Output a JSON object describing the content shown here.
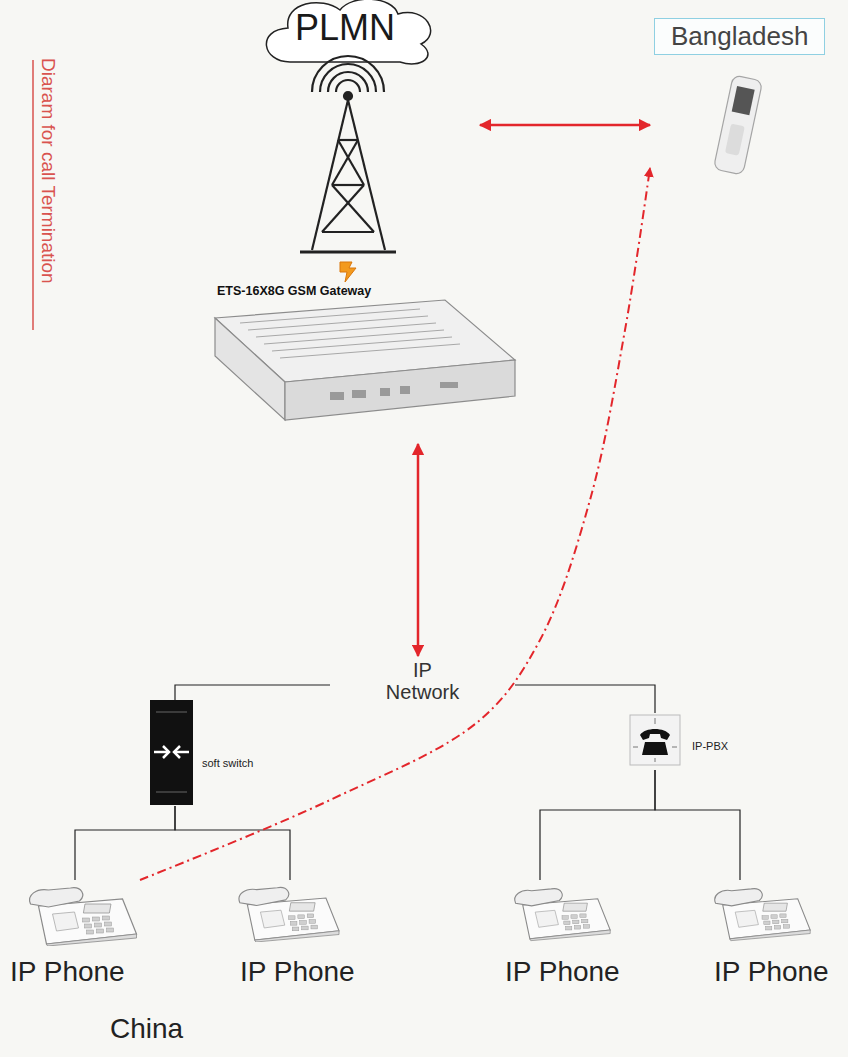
{
  "diagram": {
    "nodes": [
      {
        "text": [
          "PLMN"
        ]
      },
      {
        "text": [
          "Bangladesh"
        ]
      },
      {
        "text": [
          "ETS-16X8G GSM Gateway"
        ]
      },
      {
        "text": [
          "IP Network"
        ]
      },
      {
        "text": [
          "soft switch"
        ]
      },
      {
        "text": [
          "IP-PBX"
        ]
      },
      {
        "text": [
          "IP Phone"
        ]
      },
      {
        "text": [
          "IP Phone"
        ]
      },
      {
        "text": [
          "IP Phone"
        ]
      },
      {
        "text": [
          "IP Phone"
        ]
      }
    ],
    "edges": [
      {
        "from": 0,
        "to": 1,
        "arrow": "both"
      },
      {
        "from": 2,
        "to": 3,
        "arrow": "both"
      },
      {
        "from": 3,
        "to": 4,
        "arrow": "none"
      },
      {
        "from": 3,
        "to": 5,
        "arrow": "none"
      },
      {
        "from": 4,
        "to": 6,
        "arrow": "none"
      },
      {
        "from": 4,
        "to": 7,
        "arrow": "none"
      },
      {
        "from": 5,
        "to": 8,
        "arrow": "none"
      },
      {
        "from": 5,
        "to": 9,
        "arrow": "none"
      },
      {
        "from": 6,
        "to": 1,
        "arrow": "to"
      }
    ],
    "labels": [
      "Diaram for call Termination",
      "China"
    ]
  }
}
